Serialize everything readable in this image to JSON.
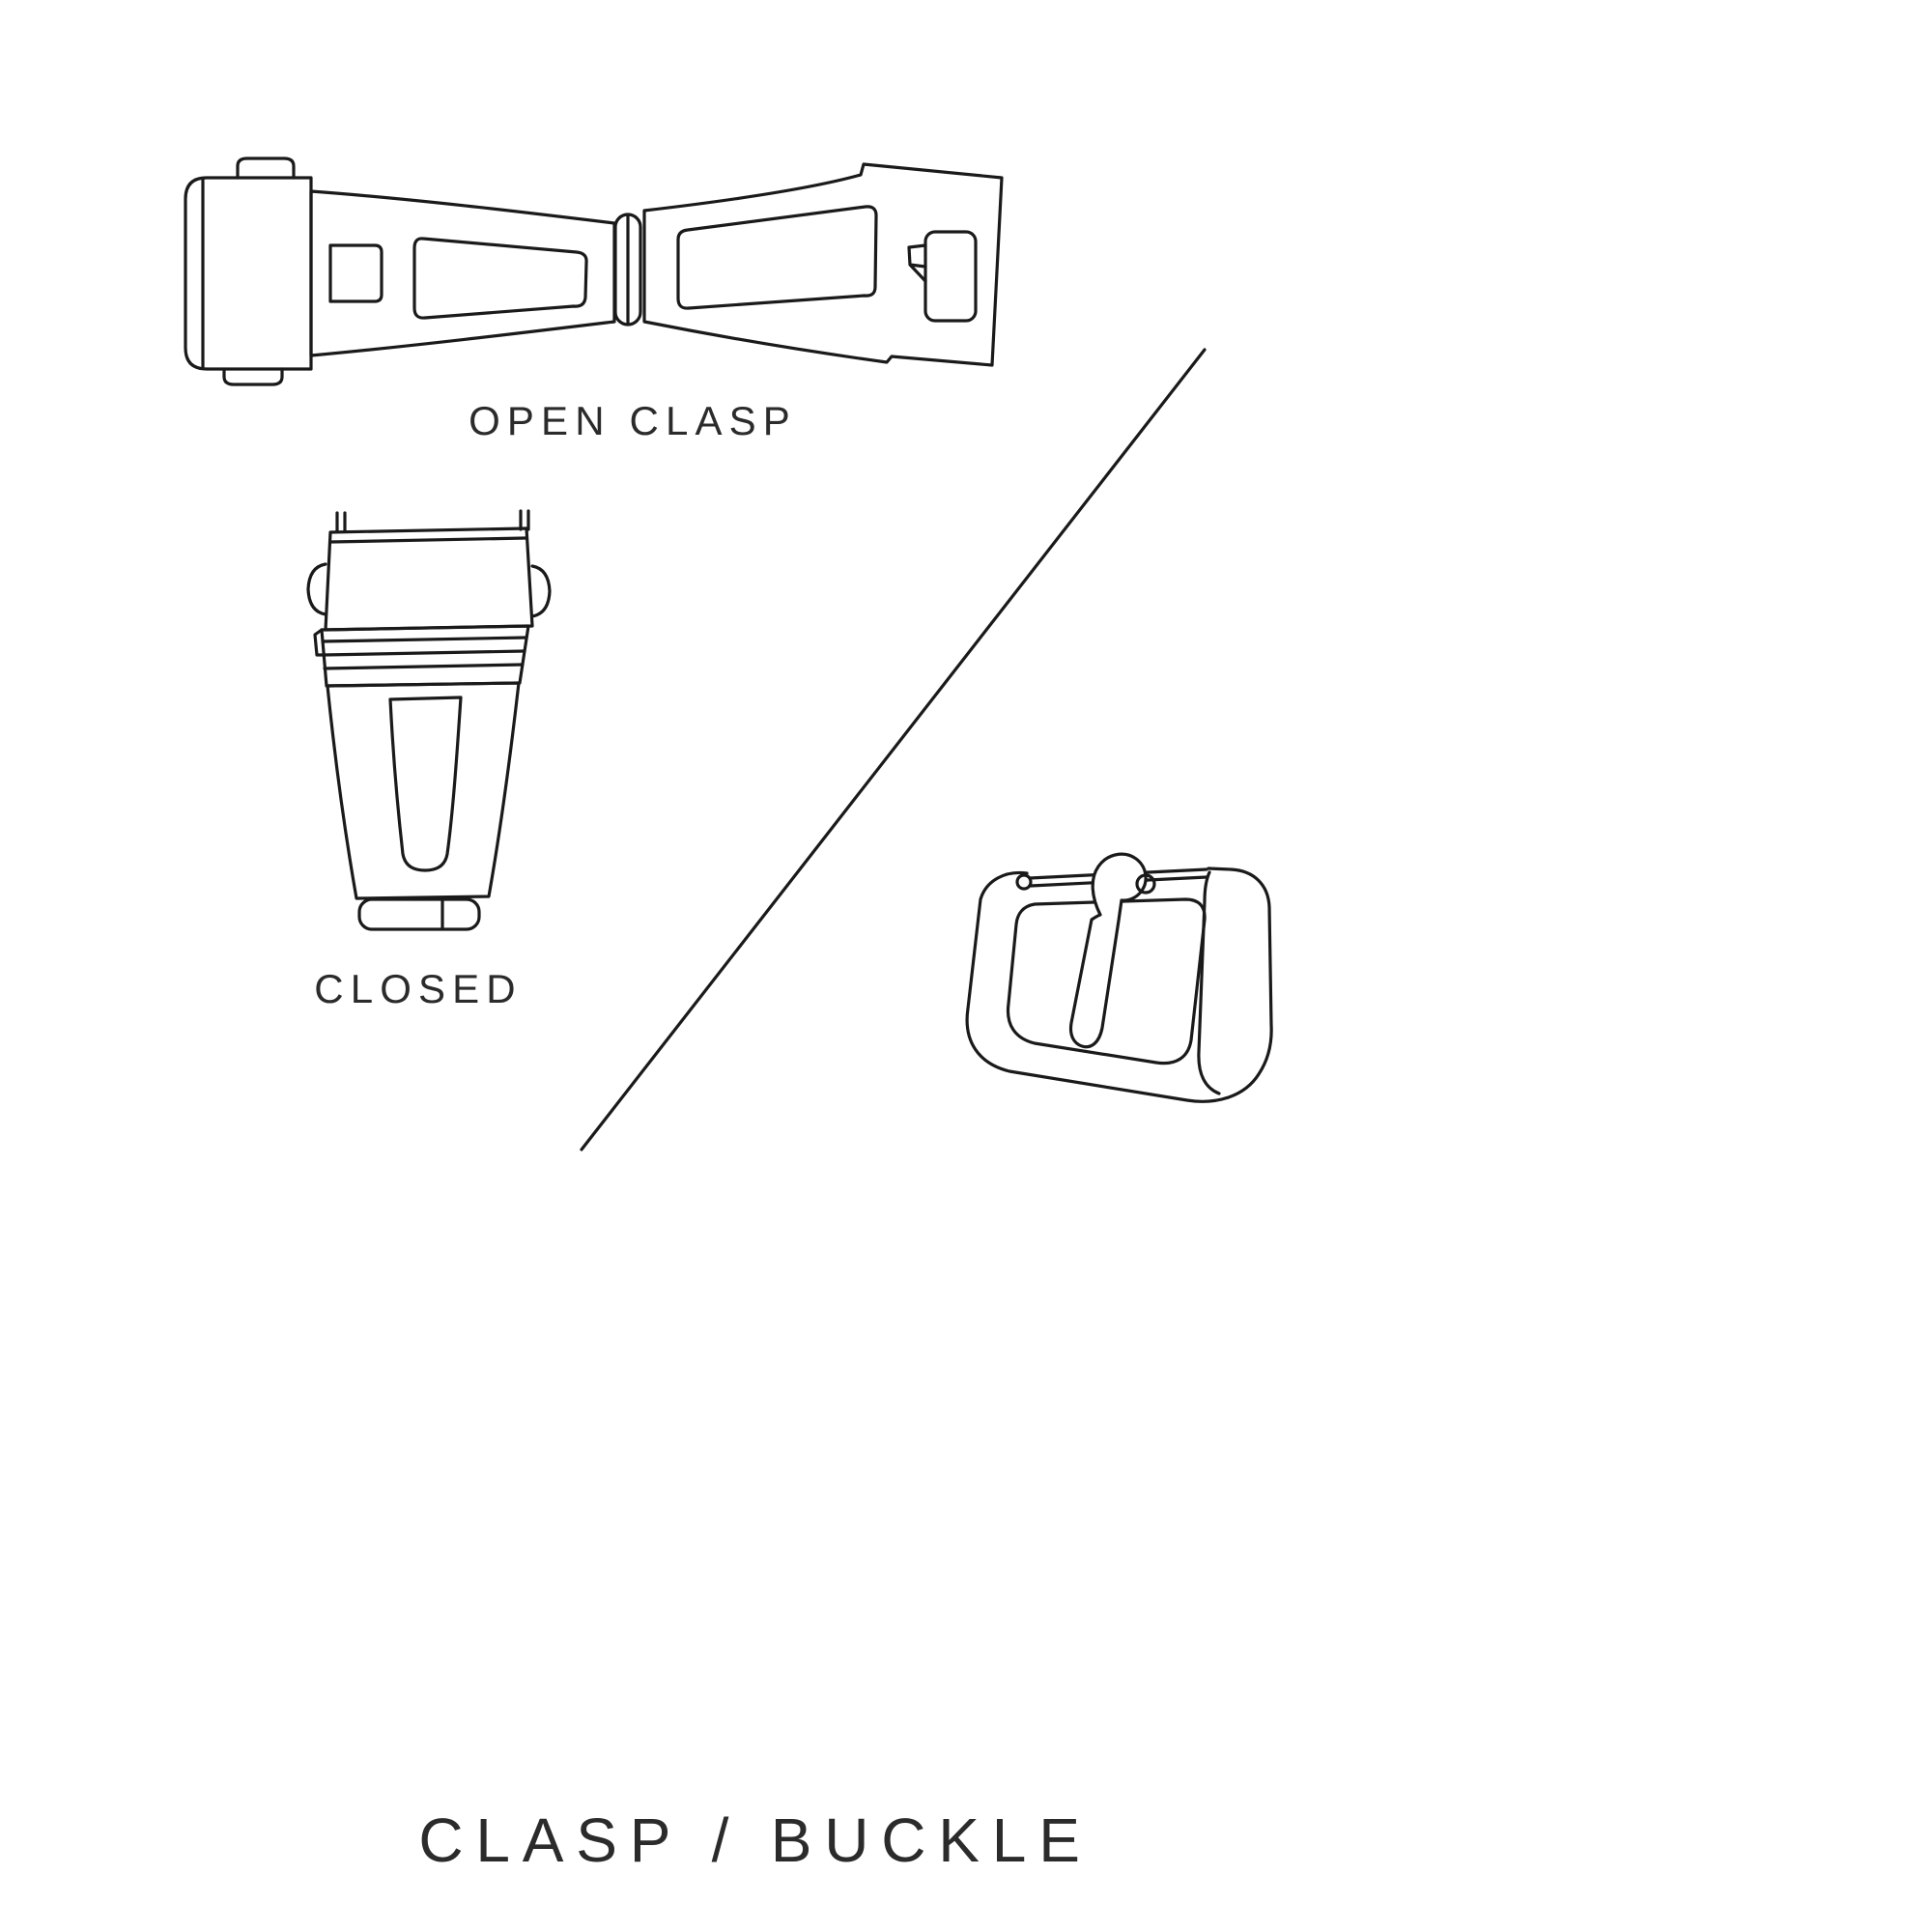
{
  "title": "CLASP / BUCKLE",
  "labels": {
    "open_clasp": "OPEN CLASP",
    "closed": "CLOSED"
  },
  "colors": {
    "line": "#1a1a1a",
    "text": "#2b2b2b",
    "background": "#ffffff"
  },
  "figures": [
    {
      "icon": "open-clasp-illustration"
    },
    {
      "icon": "closed-clasp-illustration"
    },
    {
      "icon": "buckle-illustration"
    },
    {
      "icon": "divider-line"
    }
  ]
}
